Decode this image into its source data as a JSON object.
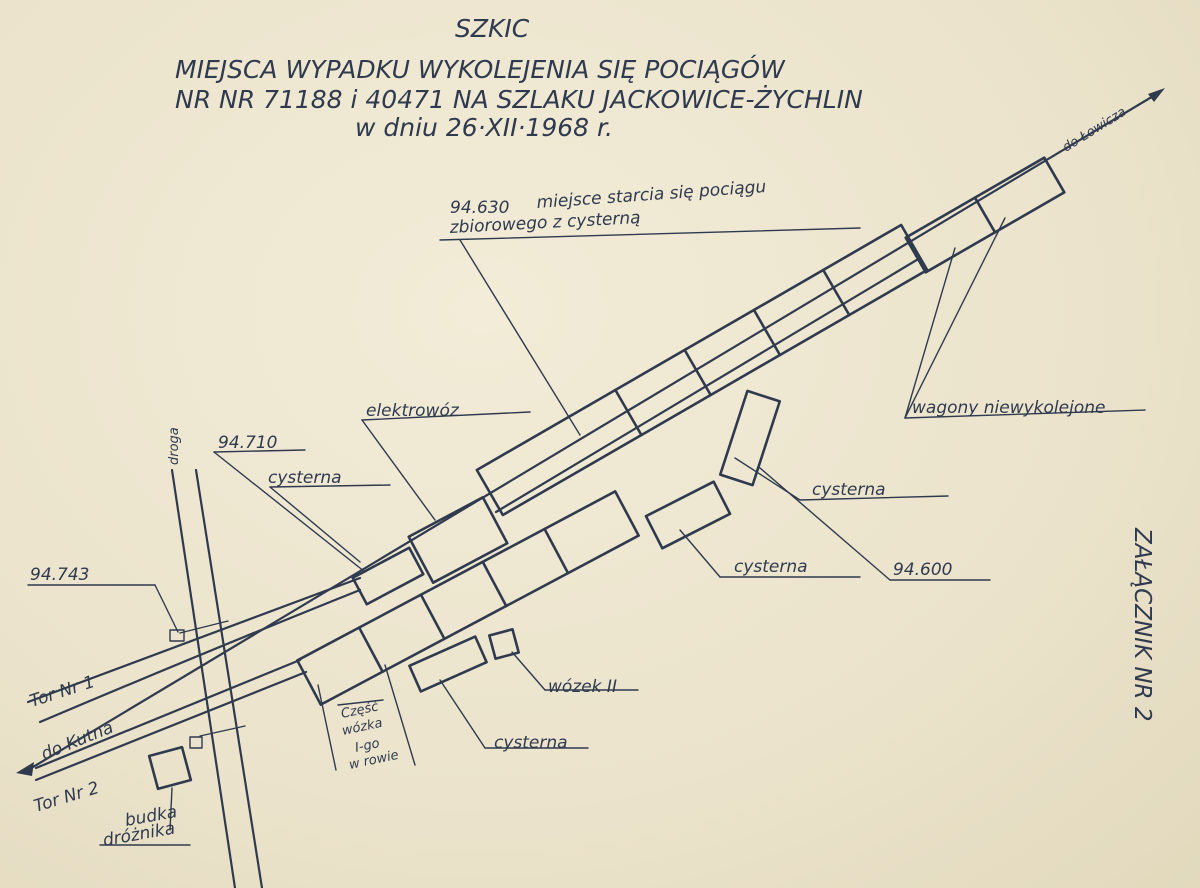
{
  "header": {
    "line1": "SZKIC",
    "line2": "MIEJSCA WYPADKU WYKOLEJENIA SIĘ POCIĄGÓW",
    "line3": "NR NR 71188 i 40471 NA SZLAKU JACKOWICE-ŻYCHLIN",
    "line4": "w dniu 26·XII·1968 r."
  },
  "side_caption": "ZAŁĄCZNIK NR 2",
  "labels": {
    "do_lowicza": "do Łowicza",
    "km_94630": "94.630",
    "miejsce_line1": "miejsce starcia się pociągu",
    "miejsce_line2": "zbiorowego z cysterną",
    "droga": "droga",
    "elektrowoz": "elektrowóz",
    "km_94710": "94.710",
    "cysterna_upper": "cysterna",
    "wagony": "wagony niewykolejone",
    "cysterna_right": "cysterna",
    "km_94743": "94.743",
    "cysterna_mid": "cysterna",
    "km_94600": "94.600",
    "tor1": "Tor Nr 1",
    "do_kutna": "do Kutna",
    "tor2": "Tor Nr 2",
    "wozek": "wózek II",
    "cysterna_low": "cysterna",
    "czesc_1": "Część",
    "czesc_2": "wózka",
    "czesc_3": "I-go",
    "czesc_4": "w rowie",
    "budka_1": "budka",
    "budka_2": "dróżnika"
  },
  "colors": {
    "ink": "#2f3a4f",
    "paper": "#ede6cf"
  }
}
